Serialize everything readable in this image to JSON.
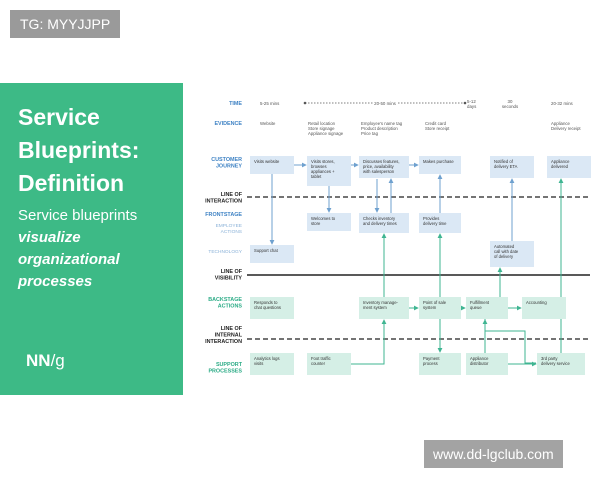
{
  "watermark_top": "TG: MYYJJPP",
  "watermark_bottom": "www.dd-lgclub.com",
  "panel": {
    "title_lines": [
      "Service",
      "Blueprints:",
      "Definition"
    ],
    "subtitle_line": "Service blueprints",
    "emphasis_lines": [
      "visualize",
      "organizational",
      "processes"
    ],
    "logo_left": "NN",
    "logo_right": "/g"
  },
  "row_labels": {
    "time": "TIME",
    "evidence": "EVIDENCE",
    "customer_journey": [
      "CUSTOMER",
      "JOURNEY"
    ],
    "line_of_interaction": [
      "LINE OF",
      "INTERACTION"
    ],
    "frontstage": "FRONTSTAGE",
    "employee_actions": [
      "EMPLOYEE",
      "ACTIONS"
    ],
    "technology": "TECHNOLOGY",
    "line_of_visibility": [
      "LINE OF",
      "VISIBILITY"
    ],
    "backstage_actions": [
      "BACKSTAGE",
      "ACTIONS"
    ],
    "line_of_internal_interaction": [
      "LINE OF",
      "INTERNAL",
      "INTERACTION"
    ],
    "support_processes": [
      "SUPPORT",
      "PROCESSES"
    ]
  },
  "time_labels": [
    "5-25 mins",
    "20-50 mins",
    "5-12",
    "days",
    "30",
    "seconds",
    "20-32 mins"
  ],
  "evidence_items": [
    [
      "Website"
    ],
    [
      "Retail location",
      "Store signage",
      "Appliance signage"
    ],
    [
      "Employee's name tag",
      "Product description",
      "Price tag"
    ],
    [
      "Credit card",
      "Store receipt"
    ],
    [
      "Appliance",
      "Delivery receipt"
    ]
  ],
  "boxes": {
    "visits_website": [
      "Visits website"
    ],
    "visits_stores": [
      "Visits stores,",
      "browses",
      "appliances +",
      "tablet"
    ],
    "discusses_features": [
      "Discusses features,",
      "price, availability",
      "with salesperson"
    ],
    "makes_purchase": [
      "Makes purchase"
    ],
    "notified_delivery": [
      "Notified of",
      "delivery ETA"
    ],
    "appliance_delivered": [
      "Appliance",
      "delivered"
    ],
    "welcomes_store": [
      "Welcomes to",
      "store"
    ],
    "checks_inventory": [
      "Checks inventory",
      "and delivery times"
    ],
    "provides_delivery": [
      "Provides",
      "delivery time"
    ],
    "support_chat": [
      "Support chat"
    ],
    "automated_call": [
      "Automated",
      "call with date",
      "of delivery"
    ],
    "responds_chat": [
      "Responds to",
      "chat questions"
    ],
    "inventory_mgmt": [
      "Inventory manage-",
      "ment system"
    ],
    "point_of_sale": [
      "Point of sale",
      "system"
    ],
    "fulfillment_queue": [
      "Fulfillment",
      "queue"
    ],
    "accounting": [
      "Accounting"
    ],
    "analytics_logs": [
      "Analytics logs",
      "visits"
    ],
    "foot_traffic": [
      "Foot traffic",
      "counter"
    ],
    "payment_process": [
      "Payment",
      "process"
    ],
    "appliance_distributor": [
      "Appliance",
      "distributor"
    ],
    "third_party_delivery": [
      "3rd party",
      "delivery service"
    ]
  },
  "colors": {
    "panel_green": "#3dba86",
    "front_box": "#dbe8f5",
    "back_box": "#d5efe6",
    "blue_label": "#3e82c4",
    "teal_label": "#2bab86",
    "blue_arrow": "#6fa1cf",
    "teal_arrow": "#3fb592"
  }
}
